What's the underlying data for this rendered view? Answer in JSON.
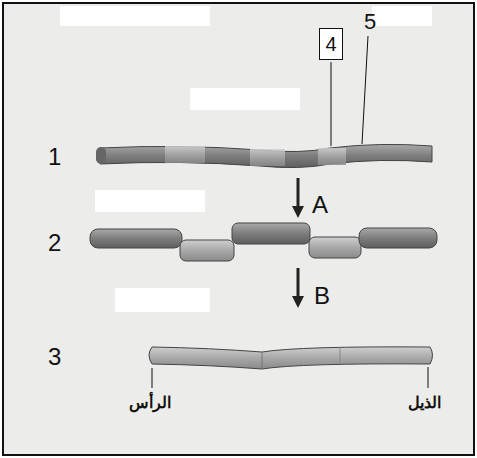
{
  "diagram": {
    "nodes": [
      {
        "text": [
          "4"
        ]
      }
    ],
    "labels": [
      "5",
      "1",
      "A",
      "2",
      "B",
      "3",
      "الرأس",
      "الذيل"
    ]
  }
}
